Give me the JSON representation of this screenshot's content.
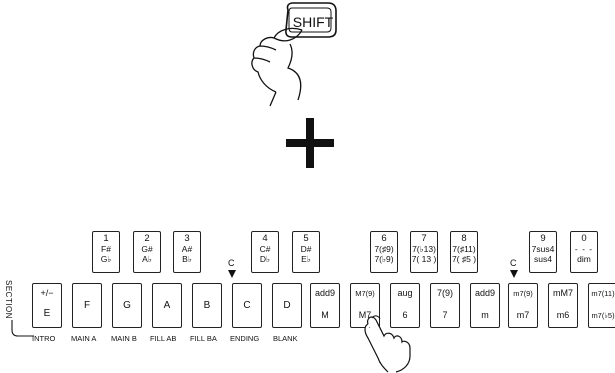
{
  "shift_button": {
    "label": "SHIFT"
  },
  "top_keys": [
    {
      "num": "1",
      "l1": "F#",
      "l2": "G♭"
    },
    {
      "num": "2",
      "l1": "G#",
      "l2": "A♭"
    },
    {
      "num": "3",
      "l1": "A#",
      "l2": "B♭"
    },
    {
      "num": "4",
      "l1": "C#",
      "l2": "D♭"
    },
    {
      "num": "5",
      "l1": "D#",
      "l2": "E♭"
    },
    {
      "num": "6",
      "l1": "7(♯9)",
      "l2": "7(♭9)"
    },
    {
      "num": "7",
      "l1": "7(♭13)",
      "l2": "7( 13 )"
    },
    {
      "num": "8",
      "l1": "7(♯11)",
      "l2": "7( ♯5 )"
    },
    {
      "num": "9",
      "l1": "7sus4",
      "l2": "sus4"
    },
    {
      "num": "0",
      "l1": "- - -",
      "l2": "dim"
    }
  ],
  "bottom_keys": [
    {
      "upper": "+/−",
      "main": "E",
      "under": "INTRO"
    },
    {
      "upper": "",
      "main": "F",
      "under": "MAIN A"
    },
    {
      "upper": "",
      "main": "G",
      "under": "MAIN B"
    },
    {
      "upper": "",
      "main": "A",
      "under": "FILL AB"
    },
    {
      "upper": "",
      "main": "B",
      "under": "FILL BA"
    },
    {
      "upper": "",
      "main": "C",
      "under": "ENDING"
    },
    {
      "upper": "",
      "main": "D",
      "under": "BLANK"
    },
    {
      "upper": "add9",
      "main": "M",
      "under": ""
    },
    {
      "upper": "M7(9)",
      "main": "M7",
      "under": ""
    },
    {
      "upper": "aug",
      "main": "6",
      "under": ""
    },
    {
      "upper": "7(9)",
      "main": "7",
      "under": ""
    },
    {
      "upper": "add9",
      "main": "m",
      "under": ""
    },
    {
      "upper": "m7(9)",
      "main": "m7",
      "under": ""
    },
    {
      "upper": "mM7",
      "main": "m6",
      "under": ""
    },
    {
      "upper": "m7(11)",
      "main": "m7(♭5)",
      "under": ""
    }
  ],
  "c_markers": [
    "C",
    "C"
  ],
  "section_label": "SECTION"
}
